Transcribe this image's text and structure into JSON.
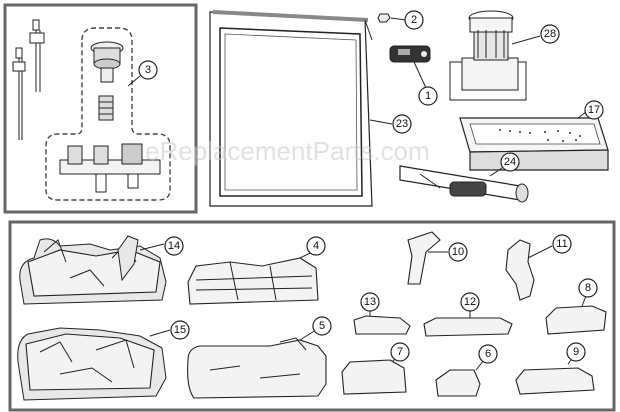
{
  "watermark": "eReplacementParts.com",
  "callouts": [
    {
      "id": "c1",
      "label": "1"
    },
    {
      "id": "c2",
      "label": "2"
    },
    {
      "id": "c3",
      "label": "3"
    },
    {
      "id": "c4",
      "label": "4"
    },
    {
      "id": "c5",
      "label": "5"
    },
    {
      "id": "c6",
      "label": "6"
    },
    {
      "id": "c7",
      "label": "7"
    },
    {
      "id": "c8",
      "label": "8"
    },
    {
      "id": "c9",
      "label": "9"
    },
    {
      "id": "c10",
      "label": "10"
    },
    {
      "id": "c11",
      "label": "11"
    },
    {
      "id": "c12",
      "label": "12"
    },
    {
      "id": "c13",
      "label": "13"
    },
    {
      "id": "c14",
      "label": "14"
    },
    {
      "id": "c15",
      "label": "15"
    },
    {
      "id": "c17",
      "label": "17"
    },
    {
      "id": "c23",
      "label": "23"
    },
    {
      "id": "c24",
      "label": "24"
    },
    {
      "id": "c28",
      "label": "28"
    }
  ]
}
